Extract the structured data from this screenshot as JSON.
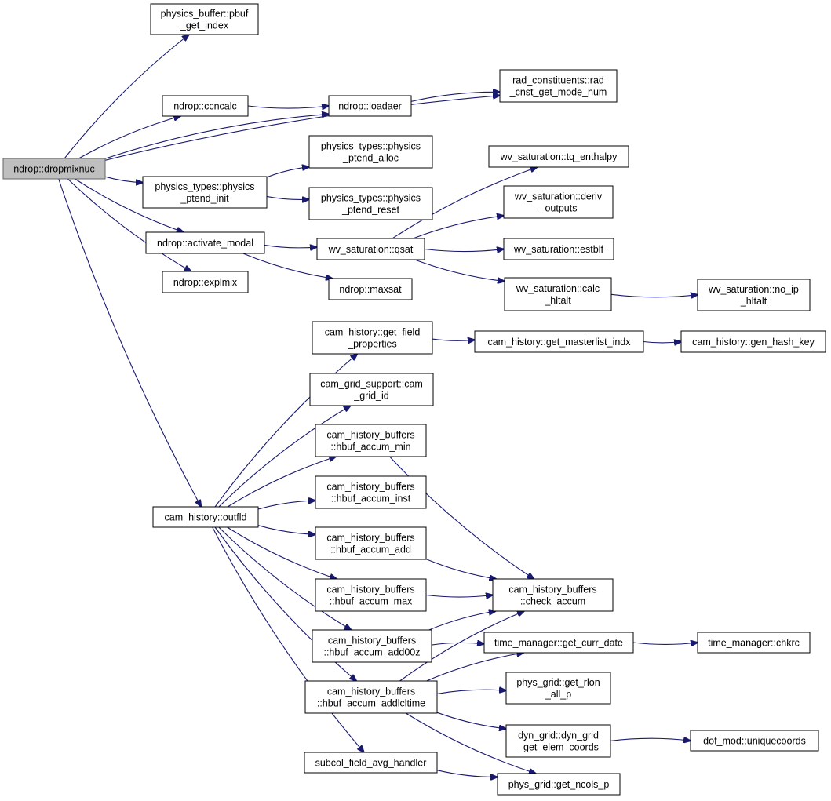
{
  "nodes": {
    "dropmixnuc": [
      "ndrop::dropmixnuc"
    ],
    "pbuf_get_index": [
      "physics_buffer::pbuf",
      "_get_index"
    ],
    "rad_cnst": [
      "rad_constituents::rad",
      "_cnst_get_mode_num"
    ],
    "ccncalc": [
      "ndrop::ccncalc"
    ],
    "loadaer": [
      "ndrop::loadaer"
    ],
    "ptend_alloc": [
      "physics_types::physics",
      "_ptend_alloc"
    ],
    "ptend_init": [
      "physics_types::physics",
      "_ptend_init"
    ],
    "ptend_reset": [
      "physics_types::physics",
      "_ptend_reset"
    ],
    "tq_enthalpy": [
      "wv_saturation::tq_enthalpy"
    ],
    "deriv_outputs": [
      "wv_saturation::deriv",
      "_outputs"
    ],
    "activate_modal": [
      "ndrop::activate_modal"
    ],
    "qsat": [
      "wv_saturation::qsat"
    ],
    "estblf": [
      "wv_saturation::estblf"
    ],
    "explmix": [
      "ndrop::explmix"
    ],
    "maxsat": [
      "ndrop::maxsat"
    ],
    "calc_hltalt": [
      "wv_saturation::calc",
      "_hltalt"
    ],
    "no_ip_hltalt": [
      "wv_saturation::no_ip",
      "_hltalt"
    ],
    "get_field_properties": [
      "cam_history::get_field",
      "_properties"
    ],
    "get_masterlist_indx": [
      "cam_history::get_masterlist_indx"
    ],
    "gen_hash_key": [
      "cam_history::gen_hash_key"
    ],
    "cam_grid_id": [
      "cam_grid_support::cam",
      "_grid_id"
    ],
    "hbuf_accum_min": [
      "cam_history_buffers",
      "::hbuf_accum_min"
    ],
    "hbuf_accum_inst": [
      "cam_history_buffers",
      "::hbuf_accum_inst"
    ],
    "outfld": [
      "cam_history::outfld"
    ],
    "hbuf_accum_add": [
      "cam_history_buffers",
      "::hbuf_accum_add"
    ],
    "check_accum": [
      "cam_history_buffers",
      "::check_accum"
    ],
    "hbuf_accum_max": [
      "cam_history_buffers",
      "::hbuf_accum_max"
    ],
    "hbuf_accum_add00z": [
      "cam_history_buffers",
      "::hbuf_accum_add00z"
    ],
    "get_curr_date": [
      "time_manager::get_curr_date"
    ],
    "chkrc": [
      "time_manager::chkrc"
    ],
    "hbuf_accum_addlcltime": [
      "cam_history_buffers",
      "::hbuf_accum_addlcltime"
    ],
    "get_rlon_all_p": [
      "phys_grid::get_rlon",
      "_all_p"
    ],
    "dyn_grid_get_elem_coords": [
      "dyn_grid::dyn_grid",
      "_get_elem_coords"
    ],
    "uniquecoords": [
      "dof_mod::uniquecoords"
    ],
    "subcol_field_avg_handler": [
      "subcol_field_avg_handler"
    ],
    "get_ncols_p": [
      "phys_grid::get_ncols_p"
    ]
  },
  "edges": [
    [
      "dropmixnuc",
      "pbuf_get_index"
    ],
    [
      "dropmixnuc",
      "rad_cnst"
    ],
    [
      "dropmixnuc",
      "ccncalc"
    ],
    [
      "dropmixnuc",
      "loadaer"
    ],
    [
      "dropmixnuc",
      "ptend_init"
    ],
    [
      "dropmixnuc",
      "activate_modal"
    ],
    [
      "dropmixnuc",
      "explmix"
    ],
    [
      "dropmixnuc",
      "outfld"
    ],
    [
      "ccncalc",
      "loadaer"
    ],
    [
      "loadaer",
      "rad_cnst"
    ],
    [
      "ptend_init",
      "ptend_alloc"
    ],
    [
      "ptend_init",
      "ptend_reset"
    ],
    [
      "activate_modal",
      "qsat"
    ],
    [
      "activate_modal",
      "maxsat"
    ],
    [
      "qsat",
      "tq_enthalpy"
    ],
    [
      "qsat",
      "deriv_outputs"
    ],
    [
      "qsat",
      "estblf"
    ],
    [
      "qsat",
      "calc_hltalt"
    ],
    [
      "calc_hltalt",
      "no_ip_hltalt"
    ],
    [
      "outfld",
      "get_field_properties"
    ],
    [
      "outfld",
      "cam_grid_id"
    ],
    [
      "outfld",
      "hbuf_accum_min"
    ],
    [
      "outfld",
      "hbuf_accum_inst"
    ],
    [
      "outfld",
      "hbuf_accum_add"
    ],
    [
      "outfld",
      "hbuf_accum_max"
    ],
    [
      "outfld",
      "hbuf_accum_add00z"
    ],
    [
      "outfld",
      "hbuf_accum_addlcltime"
    ],
    [
      "outfld",
      "subcol_field_avg_handler"
    ],
    [
      "get_field_properties",
      "get_masterlist_indx"
    ],
    [
      "get_masterlist_indx",
      "gen_hash_key"
    ],
    [
      "hbuf_accum_min",
      "check_accum"
    ],
    [
      "hbuf_accum_add",
      "check_accum"
    ],
    [
      "hbuf_accum_max",
      "check_accum"
    ],
    [
      "hbuf_accum_add00z",
      "check_accum"
    ],
    [
      "hbuf_accum_add00z",
      "get_curr_date"
    ],
    [
      "get_curr_date",
      "chkrc"
    ],
    [
      "hbuf_accum_addlcltime",
      "check_accum"
    ],
    [
      "hbuf_accum_addlcltime",
      "get_curr_date"
    ],
    [
      "hbuf_accum_addlcltime",
      "get_rlon_all_p"
    ],
    [
      "hbuf_accum_addlcltime",
      "dyn_grid_get_elem_coords"
    ],
    [
      "hbuf_accum_addlcltime",
      "get_ncols_p"
    ],
    [
      "dyn_grid_get_elem_coords",
      "uniquecoords"
    ],
    [
      "subcol_field_avg_handler",
      "get_ncols_p"
    ]
  ]
}
